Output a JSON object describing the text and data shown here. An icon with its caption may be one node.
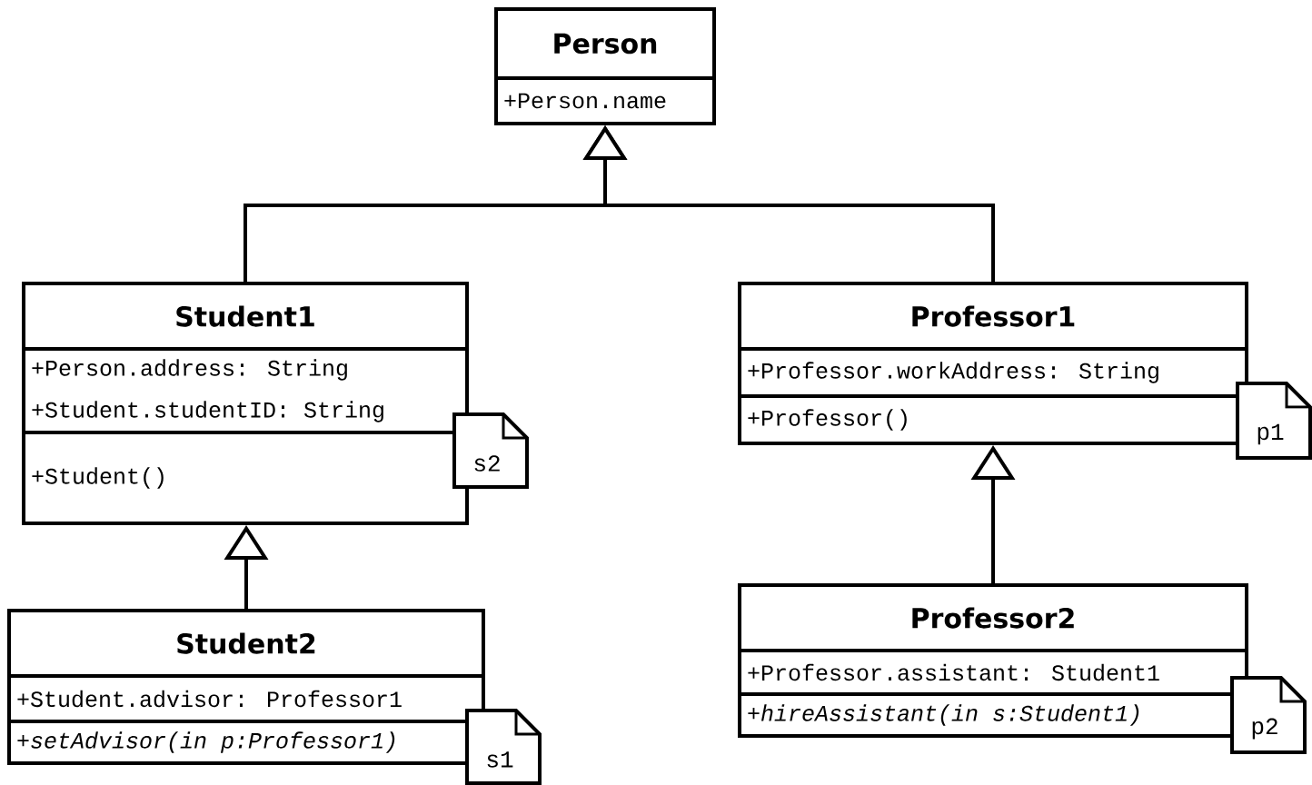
{
  "diagram": {
    "nodes": [
      {
        "text": [
          "Person",
          "+Person.name"
        ]
      },
      {
        "text": [
          "Student1",
          "+Person.address: String",
          "+Student.studentID: String",
          "+Student()"
        ]
      },
      {
        "text": [
          "Professor1",
          "+Professor.workAddress: String",
          "+Professor()"
        ]
      },
      {
        "text": [
          "Student2",
          "+Student.advisor: Professor1",
          "+setAdvisor(in p:Professor1)"
        ]
      },
      {
        "text": [
          "Professor2",
          "+Professor.assistant: Student1",
          "+hireAssistant(in s:Student1)"
        ]
      },
      {
        "text": [
          "s2"
        ]
      },
      {
        "text": [
          "p1"
        ]
      },
      {
        "text": [
          "s1"
        ]
      },
      {
        "text": [
          "p2"
        ]
      }
    ],
    "edges": [
      {
        "from": 1,
        "to": 0,
        "arrow": "to"
      },
      {
        "from": 2,
        "to": 0,
        "arrow": "to"
      },
      {
        "from": 3,
        "to": 1,
        "arrow": "to"
      },
      {
        "from": 4,
        "to": 2,
        "arrow": "to"
      }
    ]
  }
}
